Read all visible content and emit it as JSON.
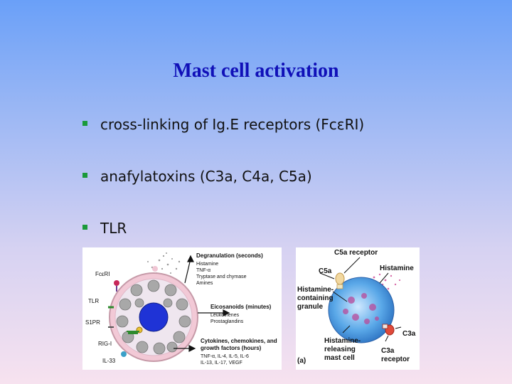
{
  "title": "Mast cell activation",
  "bullets": [
    "cross-linking of Ig.E receptors (FcεRI)",
    "anafylatoxins (C3a, C4a, C5a)",
    "TLR"
  ],
  "left_figure": {
    "receptors": [
      "FcεRI",
      "TLR",
      "S1PR",
      "RIG-I",
      "IL-33"
    ],
    "degranulation": {
      "heading": "Degranulation (seconds)",
      "items": [
        "Histamine",
        "TNF-α",
        "Tryptase and chymase",
        "Amines"
      ]
    },
    "eicosanoids": {
      "heading": "Eicosanoids (minutes)",
      "items": [
        "Leukotrienes",
        "Prostaglandins"
      ]
    },
    "cytokines": {
      "heading_1": "Cytokines, chemokines, and",
      "heading_2": "growth factors (hours)",
      "items": [
        "TNF-α, IL-4, IL-5, IL-6",
        "IL-13, IL-17, VEGF"
      ]
    }
  },
  "right_figure": {
    "c5a_receptor": "C5a receptor",
    "c5a": "C5a",
    "histamine": "Histamine",
    "containing_granule": [
      "Histamine-",
      "containing",
      "granule"
    ],
    "c3a": "C3a",
    "releasing_mast_cell": [
      "Histamine-",
      "releasing",
      "mast cell"
    ],
    "c3a_receptor": [
      "C3a",
      "receptor"
    ],
    "panel_label": "(a)"
  }
}
